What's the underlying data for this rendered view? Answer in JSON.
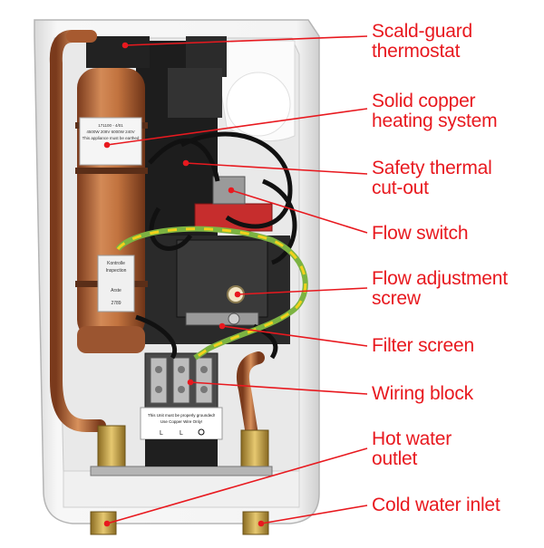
{
  "labels": [
    {
      "id": "scald",
      "text": "Scald-guard\nthermostat"
    },
    {
      "id": "copper",
      "text": "Solid copper\nheating system"
    },
    {
      "id": "cutout",
      "text": "Safety thermal\ncut-out"
    },
    {
      "id": "flowswitch",
      "text": "Flow switch"
    },
    {
      "id": "screw",
      "text": "Flow adjustment\nscrew"
    },
    {
      "id": "filter",
      "text": "Filter screen"
    },
    {
      "id": "wiring",
      "text": "Wiring block"
    },
    {
      "id": "hot",
      "text": "Hot water\noutlet"
    },
    {
      "id": "cold",
      "text": "Cold water inlet"
    }
  ],
  "sticker_main": {
    "line1": "171100 - 4/01",
    "line2": "4500W 208V    6000W 240V",
    "line3": "This appliance must be earthed"
  },
  "sticker_small": {
    "line1": "Kontrolle",
    "line2": "Inspection",
    "line3": "Arste",
    "line4": "2789"
  },
  "ground_notice": {
    "line1": "This Unit must be properly grounded!",
    "line2": "Use Copper Wire Only!"
  },
  "terminal_letters": [
    "L",
    "L"
  ],
  "colors": {
    "label_red": "#e8191f",
    "copper": "#b8663a",
    "housing": "#f2f2f2",
    "wire_green": "#7cb342",
    "wire_yellow": "#f2d21b",
    "brass": "#c9a24a"
  }
}
